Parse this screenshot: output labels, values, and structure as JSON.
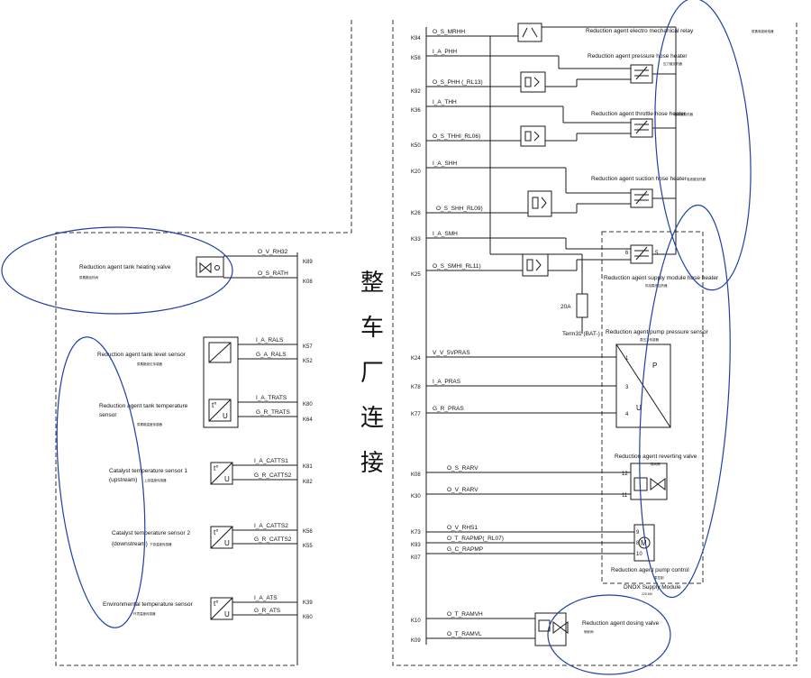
{
  "vertical_banner": [
    "整",
    "车",
    "厂",
    "连",
    "接"
  ],
  "left_components": [
    {
      "id": "tank_heating_valve",
      "name": "Reduction agent tank heating valve",
      "cn": "尿素箱加热阀",
      "signals": [
        {
          "label": "O_V_RH32",
          "pin": "K89"
        },
        {
          "label": "O_S_RATH",
          "pin": "K08"
        }
      ]
    },
    {
      "id": "tank_level_sensor",
      "name": "Reduction agent tank level sensor",
      "cn": "尿素箱液位传感器",
      "signals": [
        {
          "label": "I_A_RALS",
          "pin": "K57"
        },
        {
          "label": "G_A_RALS",
          "pin": "K52"
        }
      ]
    },
    {
      "id": "tank_temp_sensor",
      "name": "Reduction agent tank temperature sensor",
      "cn": "尿素箱温度传感器",
      "signals": [
        {
          "label": "I_A_TRATS",
          "pin": "K80"
        },
        {
          "label": "G_R_TRATS",
          "pin": "K64"
        }
      ]
    },
    {
      "id": "catalyst_temp_1",
      "name": "Catalyst temperature sensor 1 (upstream)",
      "cn": "上游温度传感器",
      "signals": [
        {
          "label": "I_A_CATTS1",
          "pin": "K81"
        },
        {
          "label": "G_R_CATTS2",
          "pin": "K82"
        }
      ]
    },
    {
      "id": "catalyst_temp_2",
      "name": "Catalyst temperature sensor 2 (downstream)",
      "cn": "下游温度传感器",
      "signals": [
        {
          "label": "I_A_CATTS2",
          "pin": "K56"
        },
        {
          "label": "G_R_CATTS2",
          "pin": "K55"
        }
      ]
    },
    {
      "id": "env_temp_sensor",
      "name": "Environmental temperature sensor",
      "cn": "环境温度传感器",
      "signals": [
        {
          "label": "I_A_ATS",
          "pin": "K39"
        },
        {
          "label": "G_R_ATS",
          "pin": "K60"
        }
      ]
    }
  ],
  "right_signals": [
    {
      "pin": "K94",
      "label": "O_S_MRHH"
    },
    {
      "pin": "K58",
      "label": "I_A_PHH"
    },
    {
      "pin": "K92",
      "label": "O_S_PHH (_RL13)"
    },
    {
      "pin": "K36",
      "label": "I_A_THH"
    },
    {
      "pin": "K50",
      "label": "O_S_THHI_RL06)"
    },
    {
      "pin": "K20",
      "label": "I_A_SHH"
    },
    {
      "pin": "K26",
      "label": "O_S_SHH_RL09)"
    },
    {
      "pin": "K33",
      "label": "I_A_SMH"
    },
    {
      "pin": "K25",
      "label": "O_S_SMHI_RL11)"
    },
    {
      "pin": "K24",
      "label": "V_V_5VPRAS"
    },
    {
      "pin": "K78",
      "label": "I_A_PRAS"
    },
    {
      "pin": "K77",
      "label": "G_R_PRAS"
    },
    {
      "pin": "K08",
      "label": "O_S_RARV"
    },
    {
      "pin": "K30",
      "label": "O_V_RARV"
    },
    {
      "pin": "K73",
      "label": "O_V_RHS1"
    },
    {
      "pin": "K93",
      "label": "O_T_RAPMP(_RL07)"
    },
    {
      "pin": "K07",
      "label": "G_C_RAPMP"
    },
    {
      "pin": "K10",
      "label": "O_T_RAMVH"
    },
    {
      "pin": "K09",
      "label": "O_T_RAMVL"
    }
  ],
  "right_components": [
    {
      "id": "electro_mech_relay",
      "name": "Reduction agent electro mechanical relay",
      "cn": "尿素电磁继电器"
    },
    {
      "id": "pressure_hose_heater",
      "name": "Reduction agent pressure hose heater",
      "cn": "压力管加热器"
    },
    {
      "id": "throttle_hose_heater",
      "name": "Reduction agent throttle hose heater",
      "cn": "回流管加热器"
    },
    {
      "id": "suction_hose_heater",
      "name": "Reduction agent suction hose heater",
      "cn": "吸液管加热器"
    },
    {
      "id": "supply_module_heater",
      "name": "Reduction agent supply module hose heater",
      "cn": "供给模块加热器"
    },
    {
      "id": "pump_pressure_sensor",
      "name": "Reduction agent pump pressure sensor",
      "cn": "泵压力传感器"
    },
    {
      "id": "reverting_valve",
      "name": "Reduction agent reverting valve",
      "cn": "换向阀"
    },
    {
      "id": "pump_control",
      "name": "Reduction agent pump control",
      "cn": "泵控制"
    },
    {
      "id": "dosing_valve",
      "name": "Reduction agent dosing valve",
      "cn": "喷射阀"
    }
  ],
  "module": {
    "title": "DNOX Supply Module",
    "subtitle": "220.6M"
  },
  "fuse": {
    "rating": "20A",
    "terminal": "Term31 (BAT-)"
  },
  "pins": {
    "heater_a": "6",
    "heater_b": "5",
    "ps_1": "1",
    "ps_3": "3",
    "ps_4": "4",
    "ps_p": "P",
    "ps_u": "U",
    "rv_12": "12",
    "rv_11": "11",
    "pump_9": "9",
    "pump_8": "8",
    "pump_10": "10"
  },
  "colors": {
    "line": "#1a1a1a",
    "highlight": "#1f3fa8",
    "dash": "#333333"
  }
}
